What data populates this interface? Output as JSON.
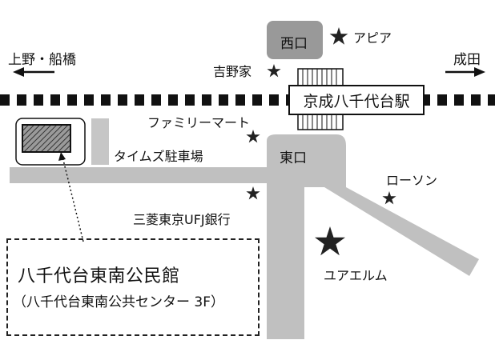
{
  "directions": {
    "west": "上野・船橋",
    "east": "成田"
  },
  "station": {
    "name": "京成八千代台駅",
    "west_exit": "西口",
    "east_exit": "東口"
  },
  "landmarks": {
    "apia": "アピア",
    "yoshinoya": "吉野家",
    "familymart": "ファミリーマート",
    "times_parking": "タイムズ駐車場",
    "mufg": "三菱東京UFJ銀行",
    "lawson": "ローソン",
    "yuaelm": "ユアエルム"
  },
  "destination": {
    "name": "八千代台東南公民館",
    "subtitle": "（八千代台東南公共センター 3F）"
  },
  "colors": {
    "road": "#c0c0c0",
    "exit_box": "#999999",
    "parking": "#c6c6c6",
    "rail": "#111111"
  }
}
